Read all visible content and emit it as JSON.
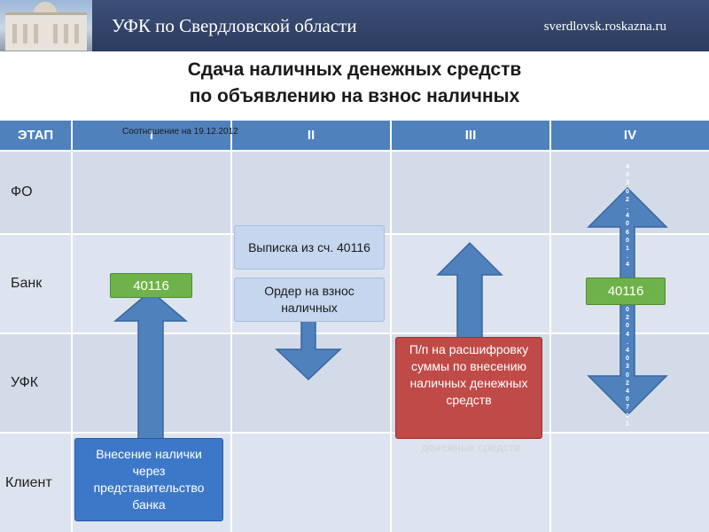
{
  "header": {
    "title": "УФК по Свердловской области",
    "url": "sverdlovsk.roskazna.ru"
  },
  "slide": {
    "title_line1": "Сдача наличных денежных средств",
    "title_line2": "по объявлению на взнос наличных"
  },
  "table": {
    "stage_label": "ЭТАП",
    "columns": [
      "I",
      "II",
      "III",
      "IV"
    ],
    "date_note": "Соотношение на 19.12.2012",
    "rows": [
      "ФО",
      "Банк",
      "УФК",
      "Клиент"
    ]
  },
  "boxes": {
    "col1_account": "40116",
    "col1_client": "Внесение налички через представительство банка",
    "col2_statement": "Выписка из сч. 40116",
    "col2_order": "Ордер на взнос наличных",
    "col3_payment": "П/п на расшифровку суммы по внесению наличных денежных средств",
    "col3_ghost": "денежных средств",
    "col4_account": "40116",
    "col4_vertical_top": "40302.40601.4",
    "col4_vertical_bottom": "0204.40302 40701"
  },
  "colors": {
    "header_band": "#4f81bd",
    "row_odd": "#d3dbe9",
    "row_even": "#dde4ef",
    "arrow": "#4f81bd",
    "green": "#6fb24a",
    "red": "#c04a47",
    "blue": "#3d78c8"
  }
}
